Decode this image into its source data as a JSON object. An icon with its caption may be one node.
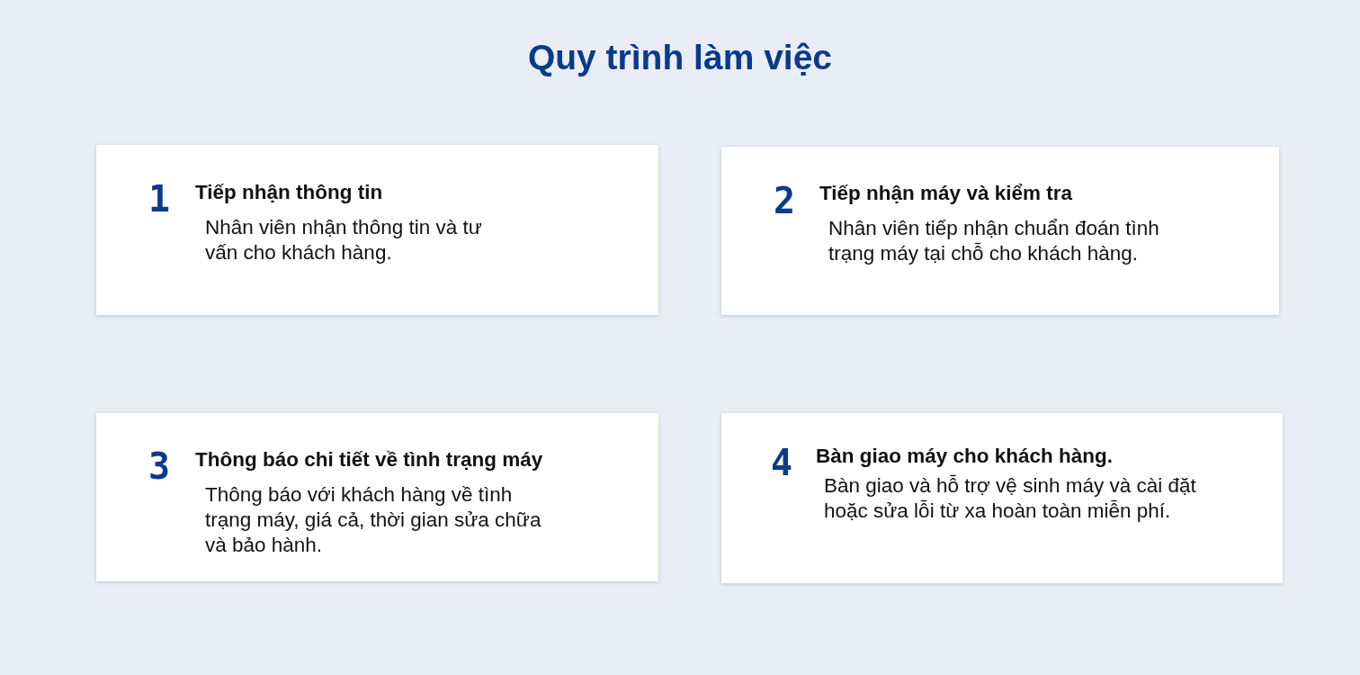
{
  "diagram": {
    "title": "Quy trình làm việc",
    "nodes": [
      {
        "text": [
          "1",
          "Tiếp nhận thông tin",
          "Nhân viên nhận thông tin và tư vấn cho khách hàng."
        ]
      },
      {
        "text": [
          "2",
          "Tiếp nhận máy và kiểm tra",
          "Nhân viên tiếp nhận chuẩn đoán tình trạng máy tại chỗ cho khách hàng."
        ]
      },
      {
        "text": [
          "3",
          "Thông báo chi tiết về tình trạng máy",
          "Thông báo với khách hàng về tình trạng máy, giá cả, thời gian sửa chữa và bảo hành."
        ]
      },
      {
        "text": [
          "4",
          "Bàn giao máy cho khách hàng.",
          "Bàn giao và hỗ trợ vệ sinh máy và cài đặt hoặc sửa lỗi từ xa hoàn toàn miễn phí."
        ]
      }
    ]
  }
}
